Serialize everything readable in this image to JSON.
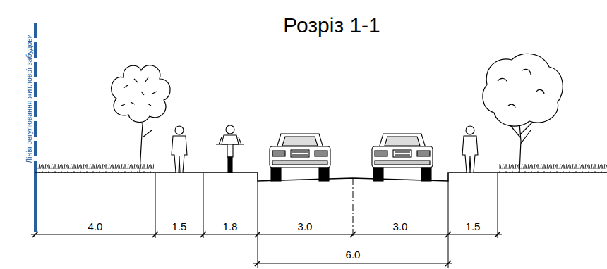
{
  "diagram": {
    "title": "Розріз 1-1",
    "labels": [
      "Лінія регулювання житлової забудови",
      "4.0",
      "1.5",
      "1.8",
      "3.0",
      "3.0",
      "1.5",
      "6.0"
    ]
  }
}
